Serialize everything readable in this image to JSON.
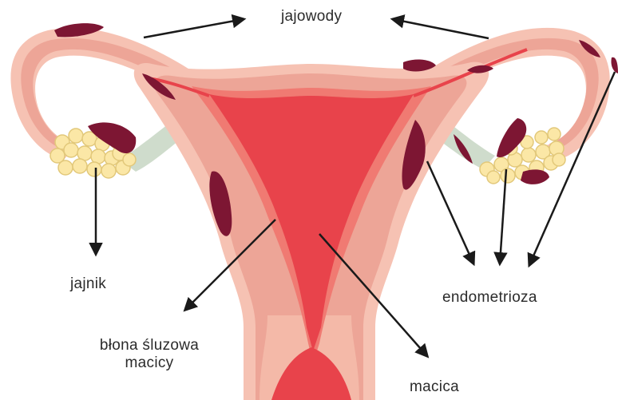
{
  "labels": {
    "fallopian_tubes": "jajowody",
    "ovary": "jajnik",
    "endometrium_line1": "błona śluzowa",
    "endometrium_line2": "macicy",
    "uterus": "macica",
    "endometriosis": "endometrioza"
  },
  "colors": {
    "uterus_outer": "#f6c2b3",
    "uterus_body": "#eda597",
    "cavity": "#e8434b",
    "endometriosis_lesion": "#7d1633",
    "ovary_follicle": "#fbe7a6",
    "ligament": "#cfdccc",
    "arrow": "#1a1a1a",
    "label_text": "#2b2b2b"
  }
}
